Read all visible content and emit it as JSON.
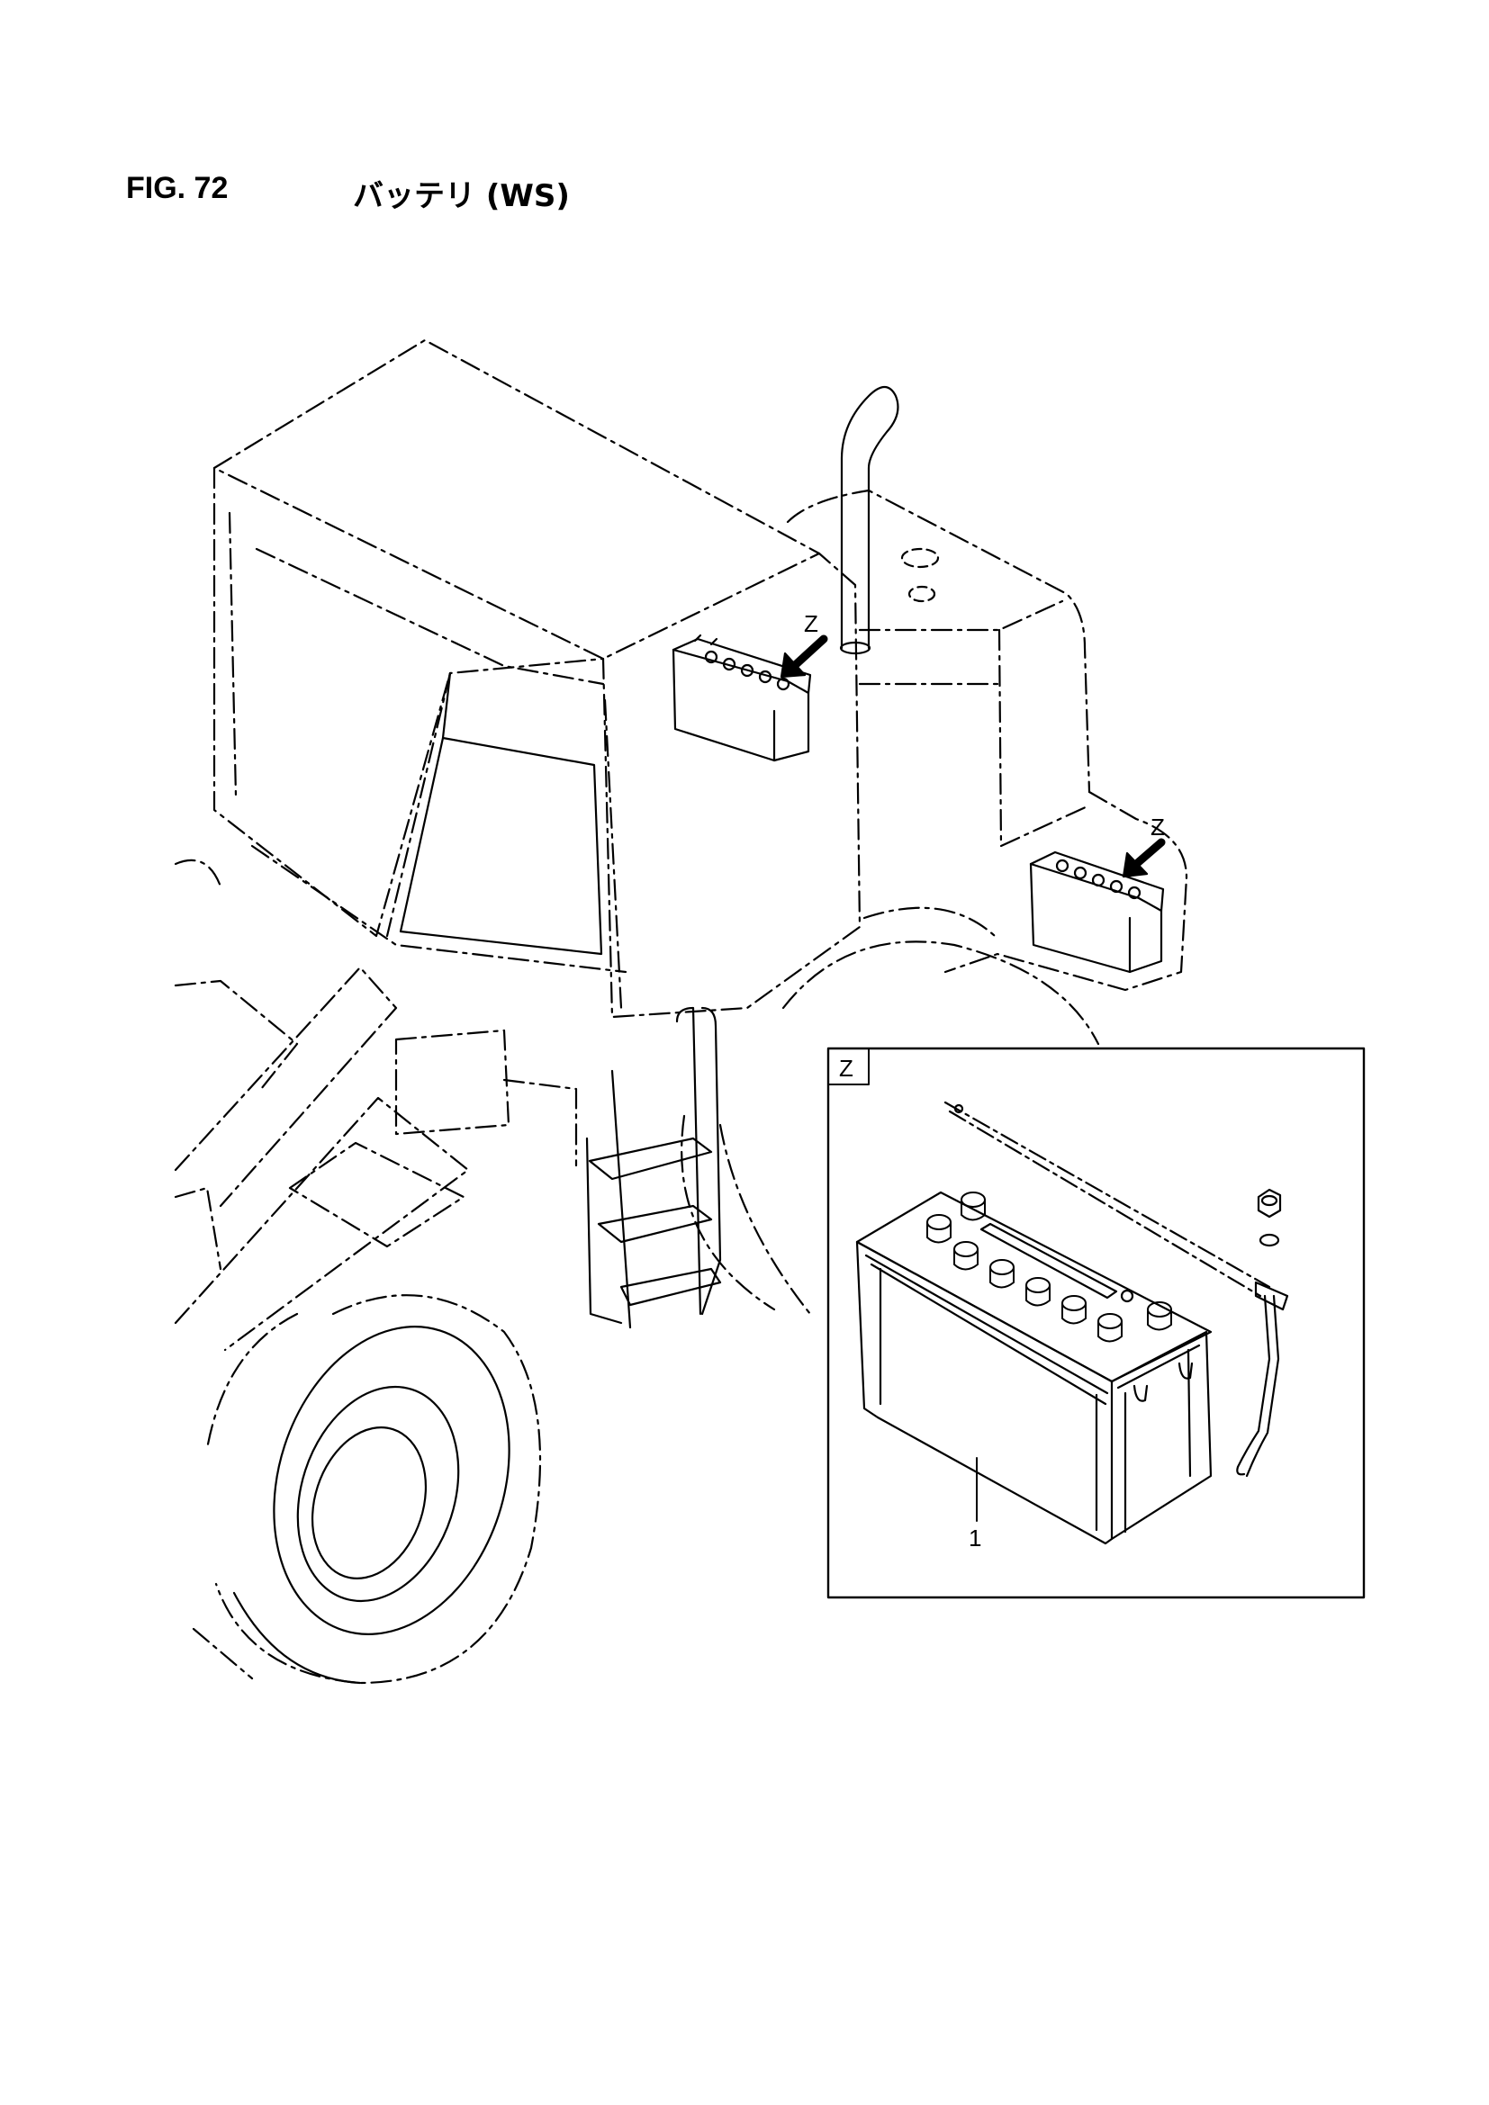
{
  "header": {
    "figure_number": "FIG. 72",
    "title": "バッテリ (WS)"
  },
  "view_markers": {
    "upper": "Z",
    "rear": "Z"
  },
  "detail": {
    "label": "Z",
    "callouts": [
      {
        "text": "1"
      }
    ]
  }
}
